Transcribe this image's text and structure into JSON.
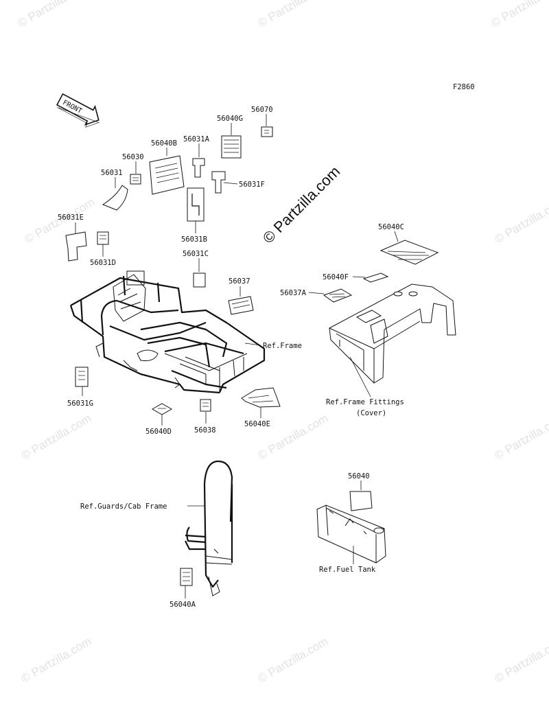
{
  "figure_code": "F2860",
  "front_arrow": {
    "label": "FRONT"
  },
  "watermark": {
    "main": "© Partzilla.com",
    "repeat": "© Partzilla.com"
  },
  "parts": {
    "p56070": "56070",
    "p56040G": "56040G",
    "p56031A": "56031A",
    "p56040B": "56040B",
    "p56030": "56030",
    "p56031": "56031",
    "p56031F": "56031F",
    "p56031E": "56031E",
    "p56031D": "56031D",
    "p56031B": "56031B",
    "p56031C": "56031C",
    "p56037": "56037",
    "p56040C": "56040C",
    "p56040F": "56040F",
    "p56037A": "56037A",
    "p56031G": "56031G",
    "p56040D": "56040D",
    "p56038": "56038",
    "p56040E": "56040E",
    "p56040": "56040",
    "p56040A": "56040A"
  },
  "refs": {
    "frame": "Ref.Frame",
    "frame_fittings": "Ref.Frame Fittings",
    "frame_fittings_sub": "(Cover)",
    "guards": "Ref.Guards/Cab Frame",
    "fuel_tank": "Ref.Fuel Tank"
  }
}
